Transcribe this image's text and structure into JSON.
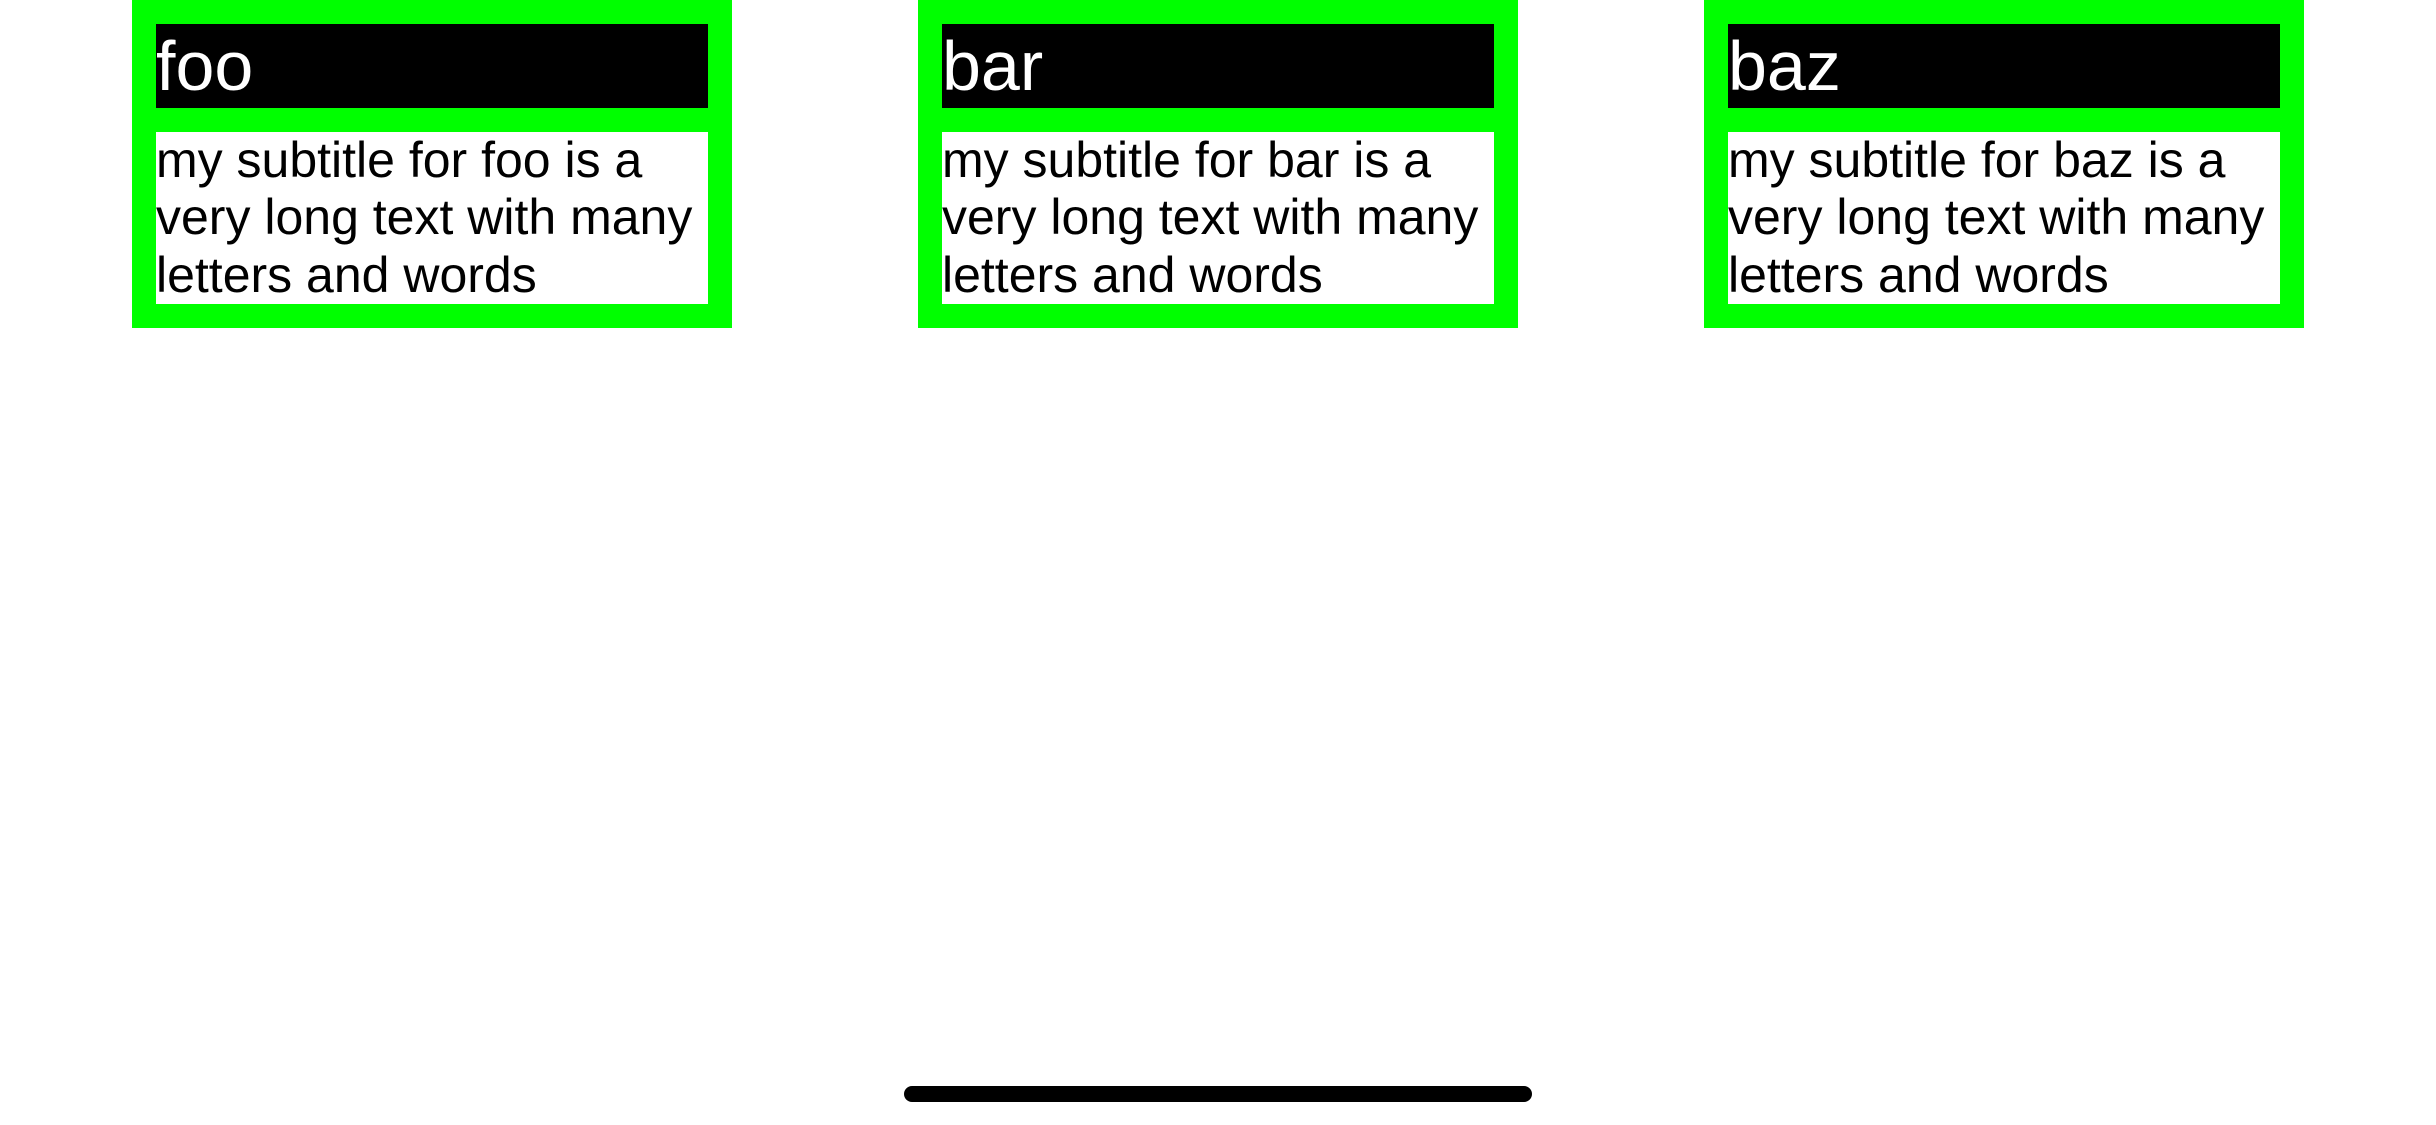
{
  "cards": [
    {
      "title": "foo",
      "subtitle": "my subtitle for foo is a very long text with many letters and words"
    },
    {
      "title": "bar",
      "subtitle": "my subtitle for bar is a very long text with many letters and words"
    },
    {
      "title": "baz",
      "subtitle": "my subtitle for baz is a very long text with many letters and words"
    }
  ],
  "colors": {
    "page_background": "#ffffff",
    "card_background": "#00ff00",
    "title_background": "#000000",
    "title_text": "#ffffff",
    "subtitle_background": "#ffffff",
    "subtitle_text": "#000000",
    "home_indicator": "#000000"
  }
}
